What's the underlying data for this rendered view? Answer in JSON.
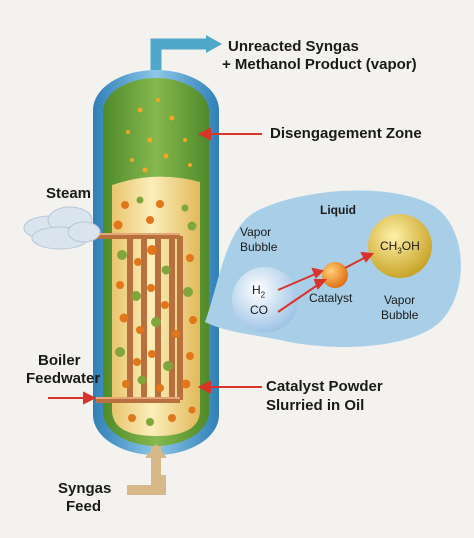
{
  "labels": {
    "unreacted_line1": "Unreacted Syngas",
    "unreacted_line2": "+ Methanol Product (vapor)",
    "disengagement": "Disengagement Zone",
    "steam": "Steam",
    "liquid": "Liquid",
    "vapor_bubble_left_1": "Vapor",
    "vapor_bubble_left_2": "Bubble",
    "vapor_bubble_right_1": "Vapor",
    "vapor_bubble_right_2": "Bubble",
    "catalyst": "Catalyst",
    "boiler_1": "Boiler",
    "boiler_2": "Feedwater",
    "catalyst_powder_1": "Catalyst Powder",
    "catalyst_powder_2": "Slurried in Oil",
    "syngas_feed_1": "Syngas",
    "syngas_feed_2": "Feed"
  },
  "chem": {
    "h2_main": "H",
    "h2_sub": "2",
    "co": "CO",
    "ch3oh_a": "CH",
    "ch3oh_sub": "3",
    "ch3oh_b": "OH"
  },
  "colors": {
    "vessel_outer": "#3a8fc4",
    "vessel_green": "#5f9a34",
    "slurry": "#f3d98a",
    "bubble_blue": "#cfe3f5",
    "inset_blue": "#a9cfe8",
    "arrow_red": "#d8342a",
    "catalyst_orange": "#f08a1c",
    "pipe_copper": "#c07a4e"
  }
}
